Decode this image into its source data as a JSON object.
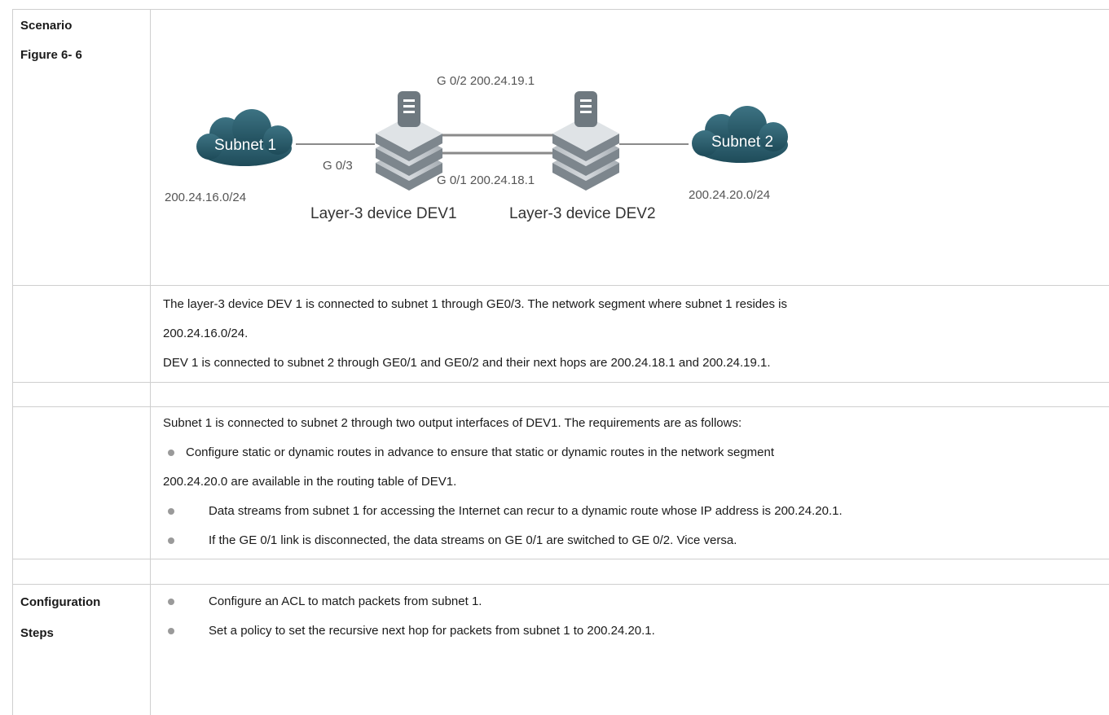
{
  "rows": {
    "scenario": {
      "label_1": "Scenario",
      "label_2": "Figure 6- 6"
    },
    "figure": {
      "subnet1": "Subnet 1",
      "subnet2": "Subnet 2",
      "subnet1_ip": "200.24.16.0/24",
      "subnet2_ip": "200.24.20.0/24",
      "g03": "G 0/3",
      "g02": "G 0/2 200.24.19.1",
      "g01": "G 0/1 200.24.18.1",
      "dev1": "Layer-3 device DEV1",
      "dev2": "Layer-3 device DEV2"
    },
    "networking": {
      "p1": "The layer-3 device DEV 1 is connected to subnet 1 through GE0/3. The network segment where subnet 1 resides is",
      "p1b": "200.24.16.0/24.",
      "p2": "DEV 1 is connected to subnet 2 through GE0/1 and GE0/2 and their next hops are 200.24.18.1 and 200.24.19.1."
    },
    "requirements": {
      "intro": "Subnet 1 is connected to subnet 2 through two output interfaces of DEV1. The requirements are as follows:",
      "b1a": "Configure static or dynamic routes in advance to ensure that static or dynamic routes in the network segment",
      "b1b": "200.24.20.0 are available in the routing table of DEV1.",
      "b2": "Data streams from subnet 1 for accessing the Internet can recur to a dynamic route whose IP address is 200.24.20.1.",
      "b3": "If the GE 0/1 link is disconnected, the data streams on GE 0/1 are switched to GE 0/2. Vice versa."
    },
    "config": {
      "label_1": "Configuration",
      "label_2": "Steps",
      "s1": "Configure an ACL to match packets from subnet 1.",
      "s2": "Set a policy to set the recursive next hop for packets from subnet 1 to 200.24.20.1."
    }
  }
}
